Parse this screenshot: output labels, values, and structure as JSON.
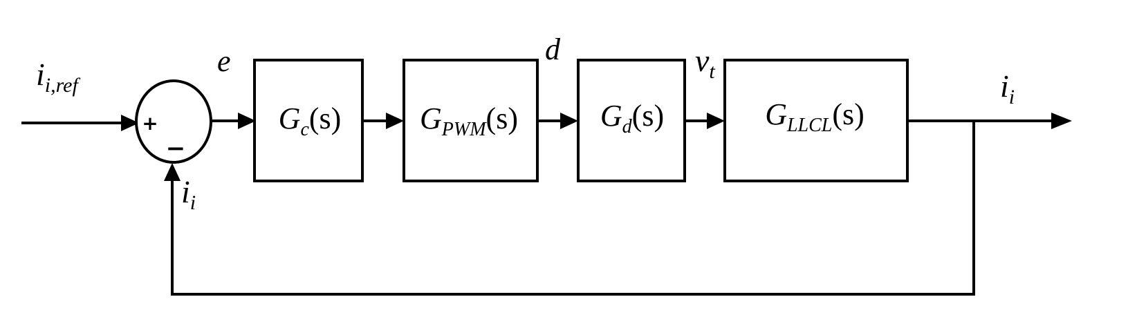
{
  "blocks": {
    "controller": {
      "symbol": "G",
      "sub": "c",
      "arg": "(s)"
    },
    "pwm": {
      "symbol": "G",
      "sub": "PWM",
      "arg": "(s)"
    },
    "delay": {
      "symbol": "G",
      "sub": "d",
      "arg": "(s)"
    },
    "plant": {
      "symbol": "G",
      "sub": "LLCL",
      "arg": "(s)"
    }
  },
  "summing_junction": {
    "plus": "+",
    "minus": "−"
  },
  "signals": {
    "reference": {
      "main": "i",
      "sub": "i,ref"
    },
    "error": {
      "main": "e"
    },
    "duty": {
      "main": "d"
    },
    "voltage": {
      "main": "v",
      "sub": "t"
    },
    "output": {
      "main": "i",
      "sub": "i"
    },
    "feedback": {
      "main": "i",
      "sub": "i"
    }
  },
  "colors": {
    "stroke": "#000000",
    "background": "#ffffff"
  }
}
